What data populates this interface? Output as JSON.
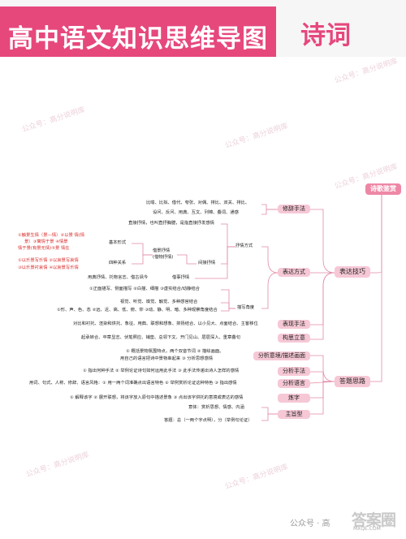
{
  "header": {
    "title": "高中语文知识思维导图",
    "subtitle": "诗词"
  },
  "watermarks": [
    "公众号：高分说明库",
    "公众号：高分说明库",
    "公众号：高分说明库",
    "公众号：高分说明库",
    "公众号：高分说明库",
    "公众号：高分说明库"
  ],
  "footer": {
    "text": "公众号 · 高",
    "stamp_big": "答案圈",
    "stamp_small": "MXQE.COM"
  },
  "mindmap": {
    "root": "诗歌鉴赏",
    "branch1": {
      "label": "表达技巧",
      "rhetoric": {
        "label": "修辞手法",
        "items": [
          "比喻、比拟、借代、夸张、对偶、排比、双关、排比、",
          "设问、反问、用典、互文、列锦、叠词、通感"
        ]
      },
      "expression": {
        "label": "表达方式",
        "lyric": {
          "label": "抒情方式",
          "direct": "直接抒情，也叫直抒胸臆，是指直接抒发感情",
          "indirect": {
            "label": "间接抒情",
            "center": [
              "借景抒情",
              "(借物抒情)"
            ],
            "basic": {
              "label": "基本形式",
              "items": [
                "①触景生情（景—情）②以景 情(情",
                "景）③寓情于景 ④情景",
                "情于景(有景无情)⑤景 情在"
              ]
            },
            "four": {
              "label": "四种关系",
              "items": [
                "①以乐景写乐情 ②以哀景写哀情",
                "③以乐景衬哀情 ④以哀景写乐情"
              ]
            }
          },
          "others": {
            "label": "借事抒情",
            "items": "用典抒情、托物言志、借古讽今"
          }
        },
        "description": {
          "label": "描写角度",
          "items": [
            "①正面描写、侧面描写 ②白描、细描 ③虚实结合/动静结合",
            "视觉、听觉、嗅觉、触觉、多种感官结合",
            "①形、声、色、态 ②远、近、高、低、俯、仰 ③动、静、明、暗、多种观察角度结合"
          ]
        }
      },
      "techniques": {
        "label": "表现手法",
        "items": "对比和衬托、渲染和烘托、象征、用典、联想和想象、抑扬结合、以小见大、点面结合、主客移位"
      },
      "structure": {
        "label": "构思立意",
        "items": "起承转合、卒章显志、伏笔照应、铺垫、总领下文、开门见山、层层深入、重章叠句"
      }
    },
    "branch2": {
      "label": "答题思路",
      "scene": {
        "label": "分析意境/描述画面",
        "items": [
          "① 概括景物氛围特点，两个双音节词 ② 描绘画面。",
          "用自己的语言把诗中景物串起来 ③ 分析思想感情"
        ]
      },
      "technique": {
        "label": "分析手法",
        "items": "① 指出何种手法 ② 举例论证诗句如何运用此手法 ③ 此手法传递出诗人怎样的感情"
      },
      "language": {
        "label": "分析语言",
        "items": "用词、句式、人称、修辞、语言风格：① 用一两个词准确点出语言特色 ② 举例赏析论证这种特色 ③ 指出感情"
      },
      "refine": {
        "label": "炼字",
        "items": "① 解释该字 ② 展开联想，将该字放入原句中描述景象 ③ 点出该字烘托的意境或表达的感情"
      },
      "theme": {
        "label": "主旨型",
        "items": [
          "意体：赏析思想、情感、内涵",
          "答题：总（一两个字点明），分（举例句论证）"
        ]
      }
    }
  }
}
